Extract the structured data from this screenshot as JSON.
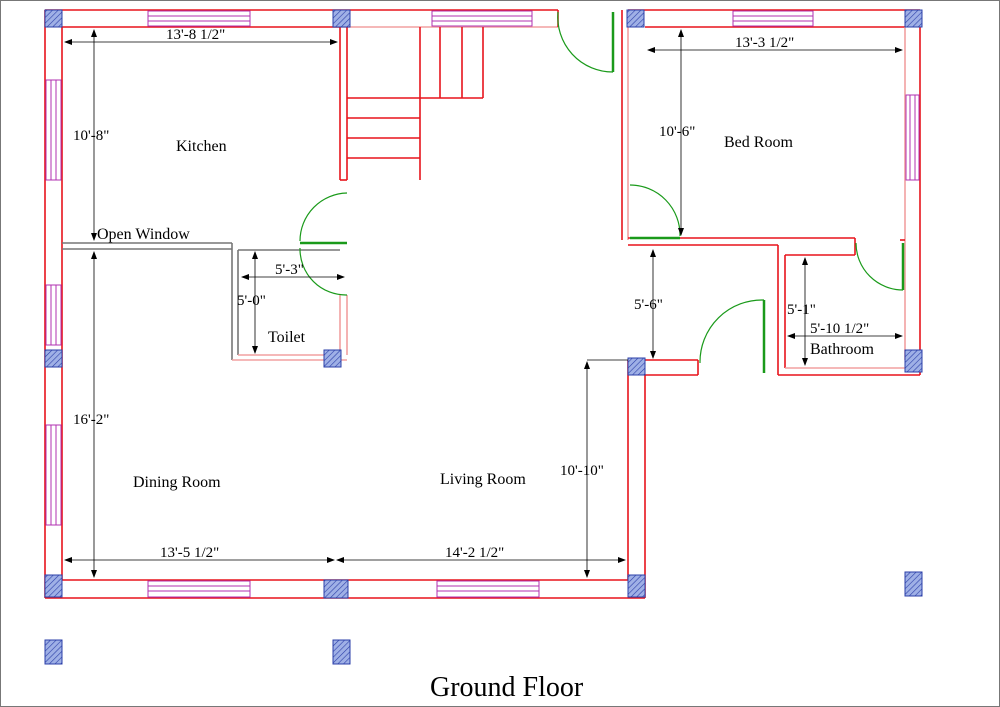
{
  "title": "Ground Floor",
  "rooms": {
    "kitchen": "Kitchen",
    "bed_room": "Bed Room",
    "toilet": "Toilet",
    "dining_room": "Dining Room",
    "living_room": "Living Room",
    "bathroom": "Bathroom"
  },
  "notes": {
    "open_window": "Open Window"
  },
  "dimensions": {
    "kitchen_width": "13'-8 1/2\"",
    "kitchen_height": "10'-8\"",
    "bed_room_width": "13'-3 1/2\"",
    "bed_room_height": "10'-6\"",
    "toilet_width": "5'-3\"",
    "toilet_height": "5'-0\"",
    "passage_height": "5'-6\"",
    "bathroom_height": "5'-1\"",
    "bathroom_width": "5'-10 1/2\"",
    "dining_height": "16'-2\"",
    "living_height": "10'-10\"",
    "dining_width": "13'-5 1/2\"",
    "living_width": "14'-2 1/2\""
  },
  "colors": {
    "wall": "#e8141c",
    "wall_light": "#f2a0a0",
    "window": "#b030b0",
    "door": "#1a9a1a",
    "column": "#2b3fa8",
    "dimension": "#000000"
  }
}
